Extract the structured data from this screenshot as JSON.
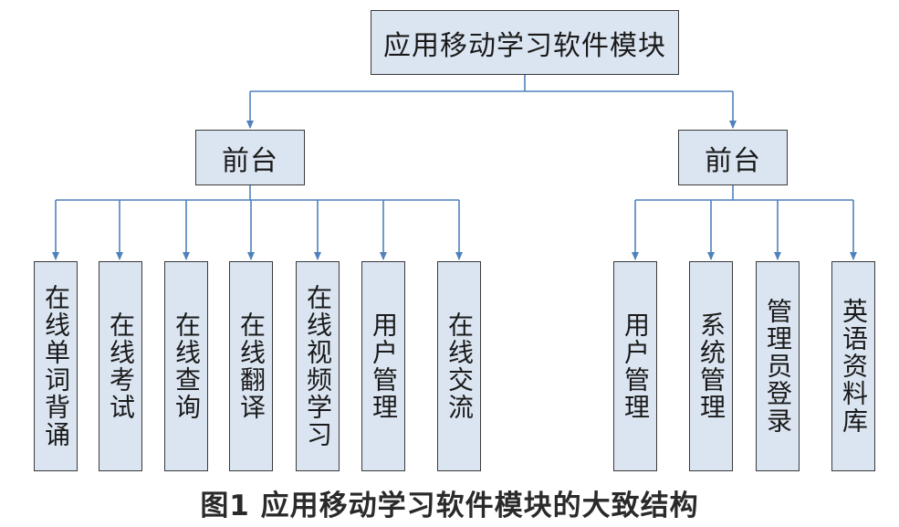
{
  "root": {
    "label": "应用移动学习软件模块"
  },
  "left_group": {
    "label": "前台",
    "children": [
      "在线单词背诵",
      "在线考试",
      "在线查询",
      "在线翻译",
      "在线视频学习",
      "用户管理",
      "在线交流"
    ]
  },
  "right_group": {
    "label": "前台",
    "children": [
      "用户管理",
      "系统管理",
      "管理员登录",
      "英语资料库"
    ]
  },
  "caption": "图1  应用移动学习软件模块的大致结构",
  "colors": {
    "box_fill": "#dbe5f1",
    "box_border": "#3a3a3a",
    "connector": "#4f81bd"
  }
}
